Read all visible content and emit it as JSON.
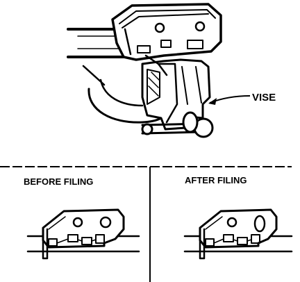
{
  "labels": {
    "vise": "VISE",
    "before": "BEFORE FILING",
    "after": "AFTER FILING"
  },
  "colors": {
    "ink": "#000000",
    "paper": "#ffffff"
  }
}
